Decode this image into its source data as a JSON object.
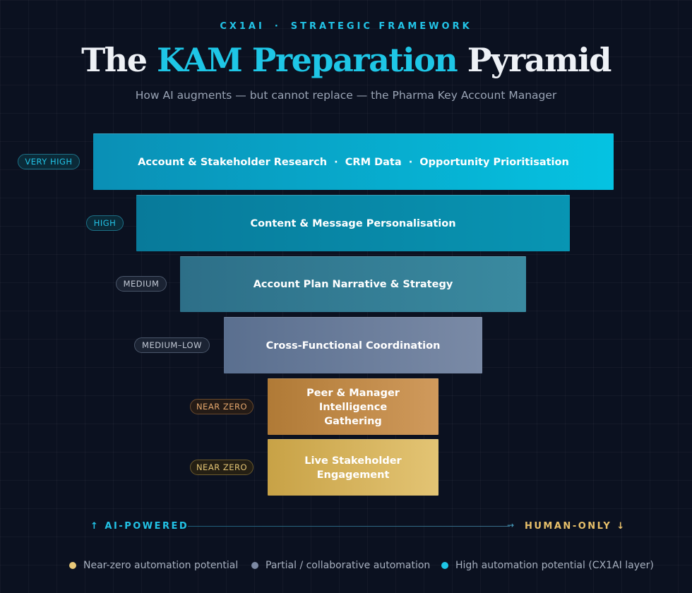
{
  "header": {
    "brand": "CX1AI",
    "separator": "·",
    "section": "STRATEGIC FRAMEWORK",
    "title_pre": "The ",
    "title_highlight": "KAM Preparation",
    "title_post": " Pyramid",
    "subtitle": "How AI augments — but cannot replace — the Pharma Key Account Manager"
  },
  "tiers": [
    {
      "label": "Account & Stakeholder Research  ·  CRM Data  ·  Opportunity Prioritisation",
      "level": "VERY HIGH"
    },
    {
      "label": "Content & Message Personalisation",
      "level": "HIGH"
    },
    {
      "label": "Account Plan Narrative & Strategy",
      "level": "MEDIUM"
    },
    {
      "label": "Cross-Functional Coordination",
      "level": "MEDIUM–LOW"
    },
    {
      "label": "Peer & Manager Intelligence Gathering",
      "level": "NEAR ZERO"
    },
    {
      "label": "Live Stakeholder Engagement",
      "level": "NEAR ZERO"
    }
  ],
  "axis": {
    "left_label": "↑ AI-POWERED",
    "right_label": "HUMAN-ONLY ↓",
    "arrow": "→"
  },
  "legend": [
    {
      "label": "Near-zero automation potential",
      "color": "#e8c878"
    },
    {
      "label": "Partial / collaborative automation",
      "color": "#7c89a3"
    },
    {
      "label": "High automation potential (CX1AI layer)",
      "color": "#1ec6e6"
    }
  ]
}
